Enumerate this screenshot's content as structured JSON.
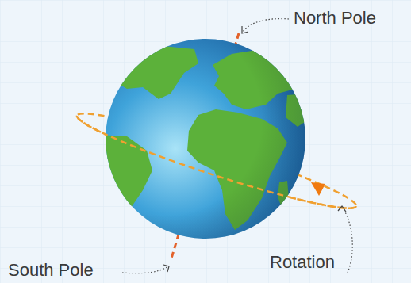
{
  "diagram": {
    "labels": [
      "North Pole",
      "South Pole",
      "Rotation"
    ]
  }
}
